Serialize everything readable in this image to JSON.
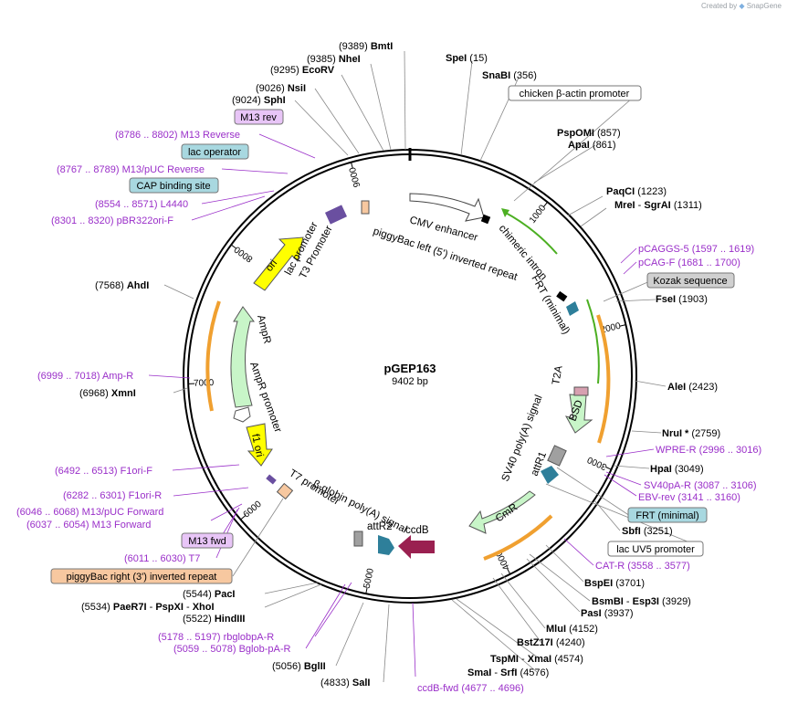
{
  "plasmid": {
    "name": "pGEP163",
    "length": "9402 bp"
  },
  "credit": {
    "text": "Created by",
    "brand": "SnapGene"
  },
  "ticks": [
    "1000",
    "2000",
    "3000",
    "4000",
    "5000",
    "6000",
    "7000",
    "8000",
    "9000"
  ],
  "sites": [
    {
      "id": "bmti",
      "name": "BmtI",
      "pos": "(9389)"
    },
    {
      "id": "nhei",
      "name": "NheI",
      "pos": "(9385)"
    },
    {
      "id": "ecorv",
      "name": "EcoRV",
      "pos": "(9295)"
    },
    {
      "id": "nsii",
      "name": "NsiI",
      "pos": "(9026)"
    },
    {
      "id": "sphi",
      "name": "SphI",
      "pos": "(9024)"
    },
    {
      "id": "spei",
      "name": "SpeI",
      "pos": "(15)"
    },
    {
      "id": "snabi",
      "name": "SnaBI",
      "pos": "(356)"
    },
    {
      "id": "pspomi",
      "name": "PspOMI",
      "pos": "(857)"
    },
    {
      "id": "apai",
      "name": "ApaI",
      "pos": "(861)"
    },
    {
      "id": "paqci",
      "name": "PaqCI",
      "pos": "(1223)"
    },
    {
      "id": "mrei",
      "name": "MreI",
      "sep": " - ",
      "name2": "SgrAI",
      "pos": "(1311)"
    },
    {
      "id": "fsei",
      "name": "FseI",
      "pos": "(1903)"
    },
    {
      "id": "alei",
      "name": "AleI",
      "pos": "(2423)"
    },
    {
      "id": "nrui",
      "name": "NruI *",
      "pos": "(2759)"
    },
    {
      "id": "hpai",
      "name": "HpaI",
      "pos": "(3049)"
    },
    {
      "id": "sbfi",
      "name": "SbfI",
      "pos": "(3251)"
    },
    {
      "id": "bspei",
      "name": "BspEI",
      "pos": "(3701)"
    },
    {
      "id": "bsmbi",
      "name": "BsmBI",
      "sep": " - ",
      "name2": "Esp3I",
      "pos": "(3929)"
    },
    {
      "id": "pasi",
      "name": "PasI",
      "pos": "(3937)"
    },
    {
      "id": "mlui",
      "name": "MluI",
      "pos": "(4152)"
    },
    {
      "id": "bstz17i",
      "name": "BstZ17I",
      "pos": "(4240)"
    },
    {
      "id": "tspmi",
      "name": "TspMI",
      "sep": " - ",
      "name2": "XmaI",
      "pos": "(4574)"
    },
    {
      "id": "smai",
      "name": "SmaI",
      "sep": " - ",
      "name2": "SrfI",
      "pos": "(4576)"
    },
    {
      "id": "sali",
      "name": "SalI",
      "pos": "(4833)"
    },
    {
      "id": "bglii",
      "name": "BglII",
      "pos": "(5056)"
    },
    {
      "id": "hindiii",
      "name": "HindIII",
      "pos": "(5522)"
    },
    {
      "id": "paer7i",
      "name": "PaeR7I",
      "sep": " - ",
      "name2": "PspXI",
      "sep2": " - ",
      "name3": "XhoI",
      "pos": "(5534)"
    },
    {
      "id": "paci",
      "name": "PacI",
      "pos": "(5544)"
    },
    {
      "id": "xmni",
      "name": "XmnI",
      "pos": "(6968)"
    },
    {
      "id": "ahdi",
      "name": "AhdI",
      "pos": "(7568)"
    }
  ],
  "primers": [
    {
      "id": "m13rev",
      "label": "M13 Reverse",
      "range": "(8786 .. 8802)"
    },
    {
      "id": "m13puc_rev",
      "label": "M13/pUC Reverse",
      "range": "(8767 .. 8789)"
    },
    {
      "id": "l4440",
      "label": "L4440",
      "range": "(8554 .. 8571)"
    },
    {
      "id": "pbr322",
      "label": "pBR322ori-F",
      "range": "(8301 .. 8320)"
    },
    {
      "id": "pcaggs5",
      "label": "pCAGGS-5",
      "range": "(1597 .. 1619)"
    },
    {
      "id": "pcagf",
      "label": "pCAG-F",
      "range": "(1681 .. 1700)"
    },
    {
      "id": "wprer",
      "label": "WPRE-R",
      "range": "(2996 .. 3016)"
    },
    {
      "id": "sv40par",
      "label": "SV40pA-R",
      "range": "(3087 .. 3106)"
    },
    {
      "id": "ebvrev",
      "label": "EBV-rev",
      "range": "(3141 .. 3160)"
    },
    {
      "id": "catr",
      "label": "CAT-R",
      "range": "(3558 .. 3577)"
    },
    {
      "id": "ccdbfwd",
      "label": "ccdB-fwd",
      "range": "(4677 .. 4696)"
    },
    {
      "id": "bglobpar",
      "label": "Bglob-pA-R",
      "range": "(5059 .. 5078)"
    },
    {
      "id": "rbglobpar",
      "label": "rbglobpA-R",
      "range": "(5178 .. 5197)"
    },
    {
      "id": "t7",
      "label": "T7",
      "range": "(6011 .. 6030)"
    },
    {
      "id": "m13fwd",
      "label": "M13 Forward",
      "range": "(6037 .. 6054)"
    },
    {
      "id": "m13puc_fwd",
      "label": "M13/pUC Forward",
      "range": "(6046 .. 6068)"
    },
    {
      "id": "f1orir",
      "label": "F1ori-R",
      "range": "(6282 .. 6301)"
    },
    {
      "id": "f1orif",
      "label": "F1ori-F",
      "range": "(6492 .. 6513)"
    },
    {
      "id": "ampr_primer",
      "label": "Amp-R",
      "range": "(6999 .. 7018)"
    }
  ],
  "boxes": [
    {
      "id": "m13revbox",
      "label": "M13 rev",
      "fill": "#e8c5f7"
    },
    {
      "id": "lacop",
      "label": "lac operator",
      "fill": "#a8d8e0"
    },
    {
      "id": "capbs",
      "label": "CAP binding site",
      "fill": "#a8d8e0"
    },
    {
      "id": "chickactin",
      "label": "chicken β-actin promoter",
      "fill": "#ffffff"
    },
    {
      "id": "kozak",
      "label": "Kozak sequence",
      "fill": "#d0d0d0"
    },
    {
      "id": "frtmin",
      "label": "FRT (minimal)",
      "fill": "#a8d8e0"
    },
    {
      "id": "lacuv5",
      "label": "lac UV5 promoter",
      "fill": "#ffffff"
    },
    {
      "id": "m13fwdbox",
      "label": "M13 fwd",
      "fill": "#e8c5f7"
    },
    {
      "id": "pbright",
      "label": "piggyBac right (3') inverted repeat",
      "fill": "#f7c8a0"
    }
  ],
  "features": {
    "cmv": "CMV enhancer",
    "pbleft": "piggyBac left (5') inverted repeat",
    "chimeric": "chimeric intron",
    "frtmin": "FRT (minimal)",
    "t2a": "T2A",
    "bsd": "BSD",
    "sv40": "SV40 poly(A) signal",
    "attr1": "attR1",
    "cmr": "CmR",
    "ccdb": "ccdB",
    "attr2": "attR2",
    "bglob": "β-globin poly(A) signal",
    "t7prom": "T7 promoter",
    "f1ori": "f1 ori",
    "amprprom": "AmpR promoter",
    "ampr": "AmpR",
    "ori": "ori",
    "lacprom": "lac promoter",
    "t3prom": "T3 Promoter"
  },
  "colors": {
    "primer": "#9a2fc9",
    "ring": "#000000",
    "orf_green": "#c8f5c8",
    "arrow_yellow": "#ffff00",
    "orange": "#f0a030"
  }
}
